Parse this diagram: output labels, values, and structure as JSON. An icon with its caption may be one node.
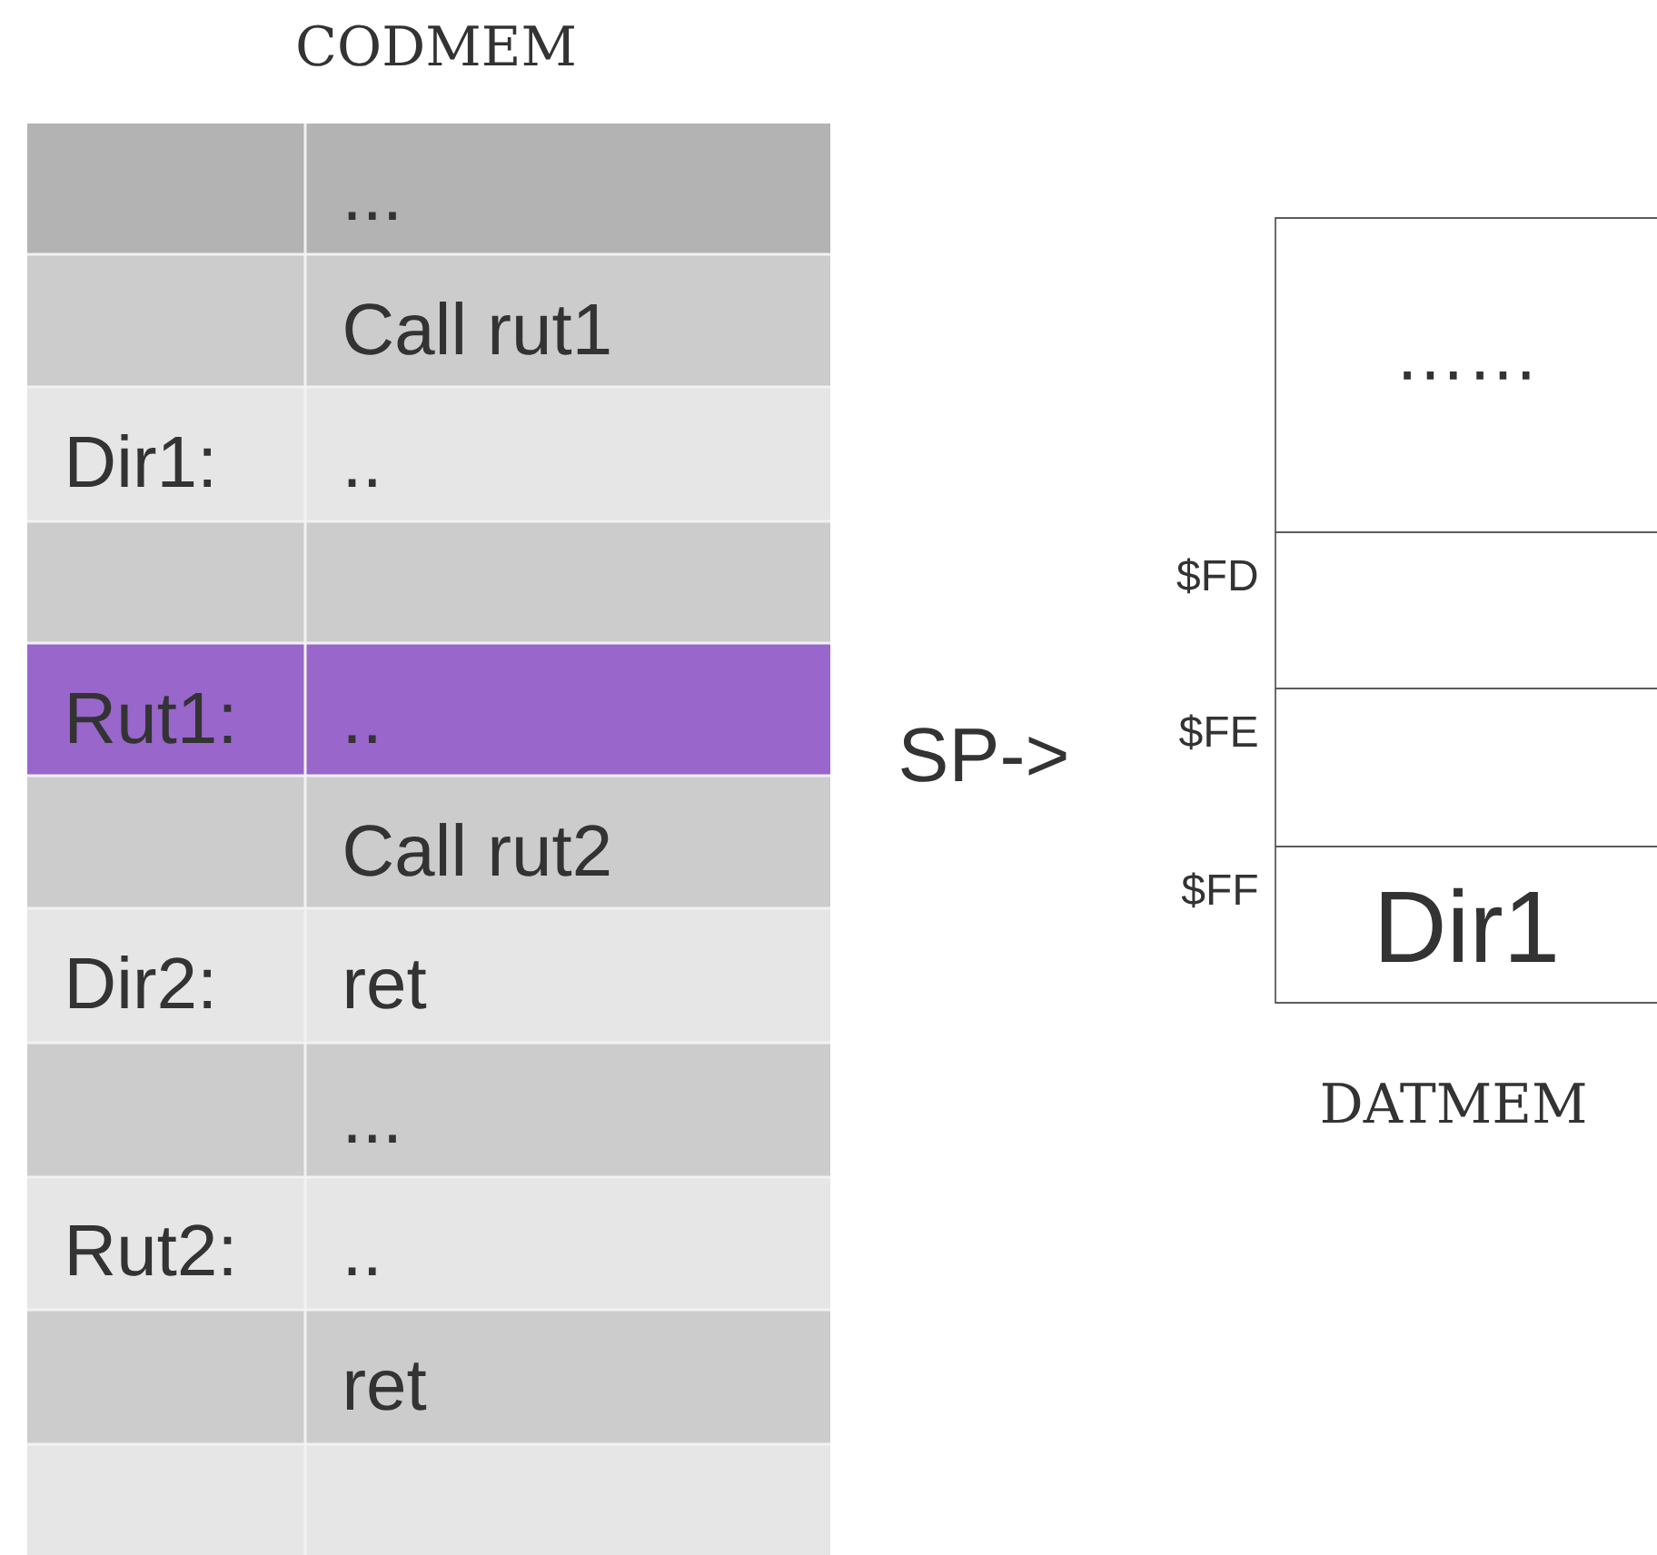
{
  "diagram": {
    "nodes": [
      {
        "text": [
          "……"
        ]
      },
      {
        "text": [],
        "shape": "box",
        "beside": [
          "$FD"
        ]
      },
      {
        "text": [],
        "shape": "box",
        "beside": [
          "$FE"
        ]
      },
      {
        "text": [
          "Dir1"
        ],
        "beside": [
          "$FF"
        ]
      }
    ],
    "labels": [
      "CODMEM",
      "...",
      "Call rut1",
      "Dir1:",
      "..",
      "Rut1:",
      "..",
      "Call rut2",
      "Dir2:",
      "ret",
      "...",
      "Rut2:",
      "..",
      "ret",
      "SP->",
      "DATMEM"
    ]
  }
}
